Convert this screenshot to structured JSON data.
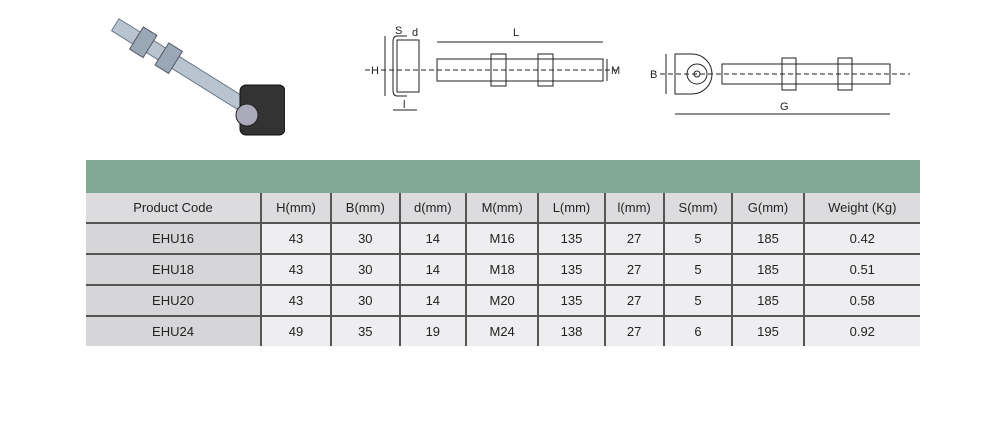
{
  "drawing_labels": {
    "S": "S",
    "d": "d",
    "L": "L",
    "H": "H",
    "M": "M",
    "l": "l",
    "B": "B",
    "G": "G"
  },
  "table": {
    "headers": [
      "Product Code",
      "H(mm)",
      "B(mm)",
      "d(mm)",
      "M(mm)",
      "L(mm)",
      "l(mm)",
      "S(mm)",
      "G(mm)",
      "Weight (Kg)"
    ],
    "rows": [
      [
        "EHU16",
        "43",
        "30",
        "14",
        "M16",
        "135",
        "27",
        "5",
        "185",
        "0.42"
      ],
      [
        "EHU18",
        "43",
        "30",
        "14",
        "M18",
        "135",
        "27",
        "5",
        "185",
        "0.51"
      ],
      [
        "EHU20",
        "43",
        "30",
        "14",
        "M20",
        "135",
        "27",
        "5",
        "185",
        "0.58"
      ],
      [
        "EHU24",
        "49",
        "35",
        "19",
        "M24",
        "138",
        "27",
        "6",
        "195",
        "0.92"
      ]
    ]
  }
}
